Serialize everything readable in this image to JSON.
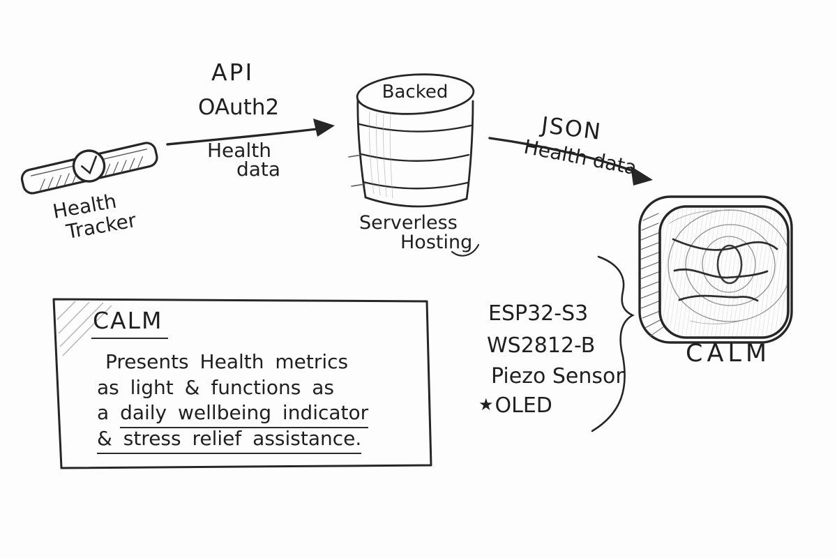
{
  "colors": {
    "ink": "#262626",
    "pencil": "#9a9a9a",
    "paper": "#fdfdfd"
  },
  "tracker": {
    "label_line1": "Health",
    "label_line2": "Tracker"
  },
  "flow1": {
    "protocol": "API",
    "auth": "OAuth2",
    "payload_line1": "Health",
    "payload_line2": "data"
  },
  "backend": {
    "db_label": "Backed",
    "hosting_line1": "Serverless",
    "hosting_line2": "Hosting"
  },
  "flow2": {
    "format": "JSON",
    "payload": "Health data"
  },
  "device": {
    "name": "CALM"
  },
  "components": {
    "star": "★",
    "items": [
      {
        "label": "ESP32-S3"
      },
      {
        "label": "WS2812-B"
      },
      {
        "label": "Piezo Sensor"
      },
      {
        "label": "OLED"
      }
    ]
  },
  "infobox": {
    "title": "CALM",
    "line1": "Presents Health metrics",
    "line2": "as light & functions as",
    "line3_prefix": "a ",
    "line3_underlined": "daily wellbeing indicator",
    "line4_underlined": "& stress relief assistance."
  }
}
